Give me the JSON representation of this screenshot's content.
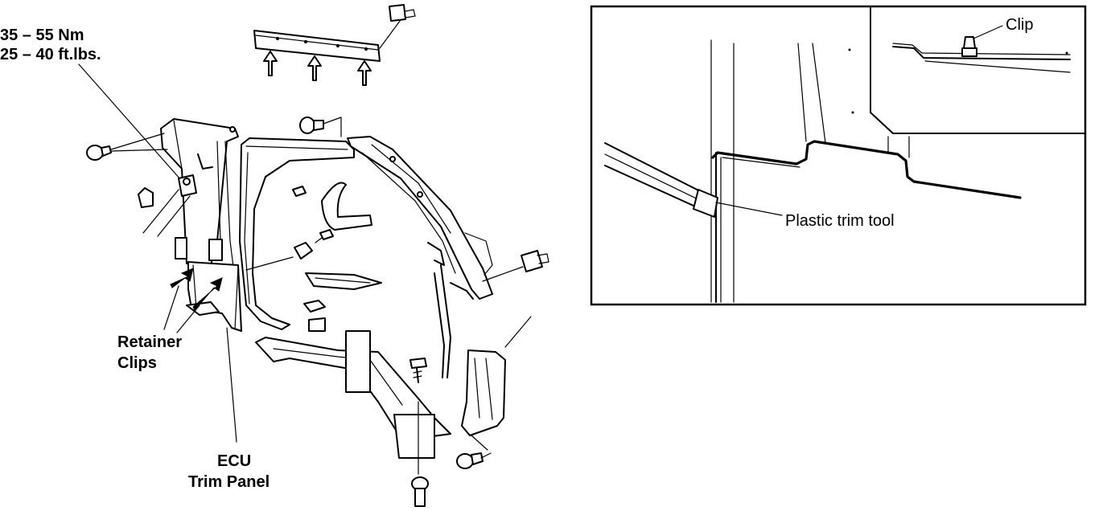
{
  "labels": {
    "torque_nm": "35 – 55 Nm",
    "torque_ftlbs": "25 – 40 ft.lbs.",
    "retainer_line1": "Retainer",
    "retainer_line2": "Clips",
    "ecu_line1": "ECU",
    "ecu_line2": "Trim Panel",
    "clip": "Clip",
    "plastic_trim_tool": "Plastic trim tool"
  },
  "colors": {
    "ink": "#000000",
    "paper": "#ffffff"
  }
}
